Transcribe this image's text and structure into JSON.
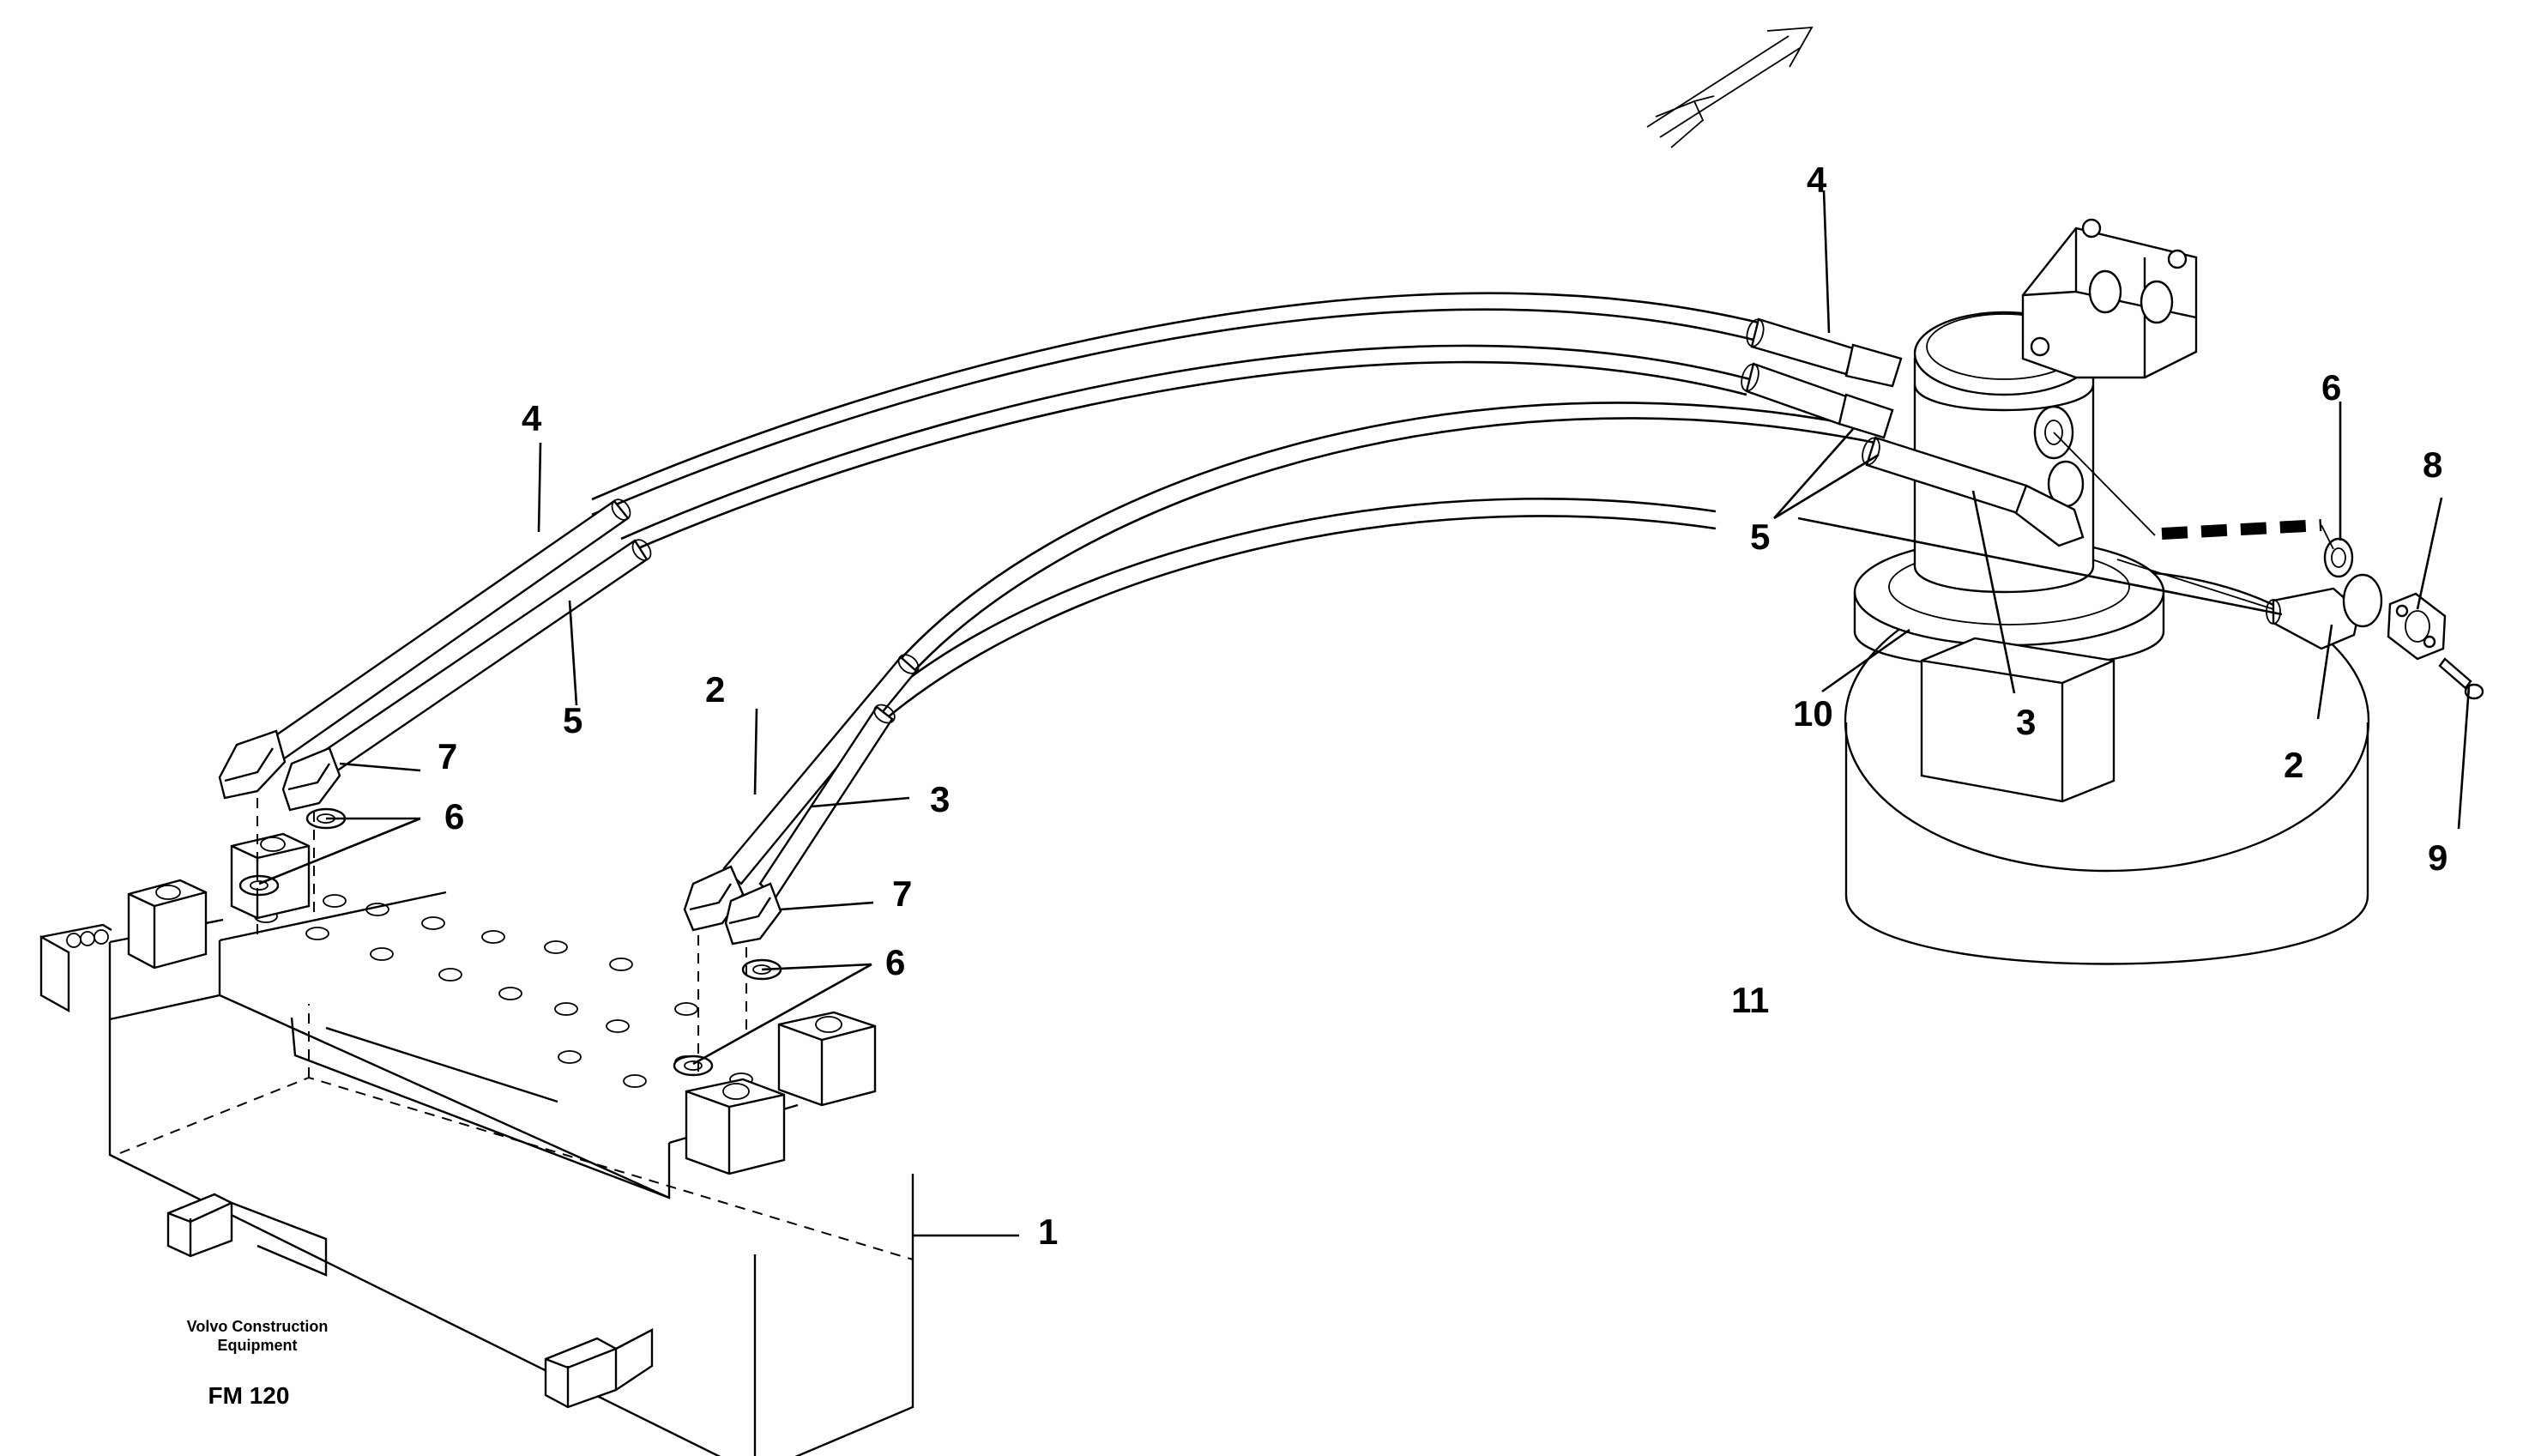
{
  "caption": {
    "line1": "Volvo Construction",
    "line2": "Equipment",
    "code": "FM 120"
  },
  "callouts": {
    "block_1": "1",
    "hose2_left": "2",
    "hose3_left": "3",
    "hose4_left": "4",
    "hose5_left": "5",
    "washer6_left_a": "6",
    "washer6_left_b": "6",
    "nipple7_a": "7",
    "nipple7_b": "7",
    "hose4_right": "4",
    "hose5_right": "5",
    "hose3_right": "3",
    "hose2_right": "2",
    "washer6_right": "6",
    "flange8": "8",
    "screw9": "9",
    "swivel10": "10",
    "turntable11": "11"
  }
}
